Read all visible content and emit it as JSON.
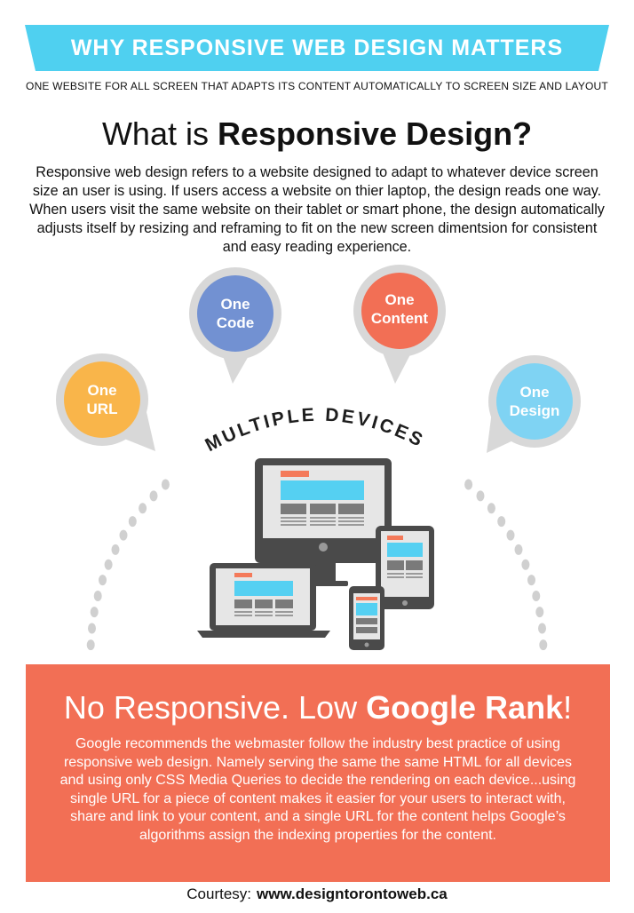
{
  "banner": {
    "title": "WHY RESPONSIVE WEB DESIGN MATTERS",
    "color": "#4fd0f0"
  },
  "subtitle": "ONE WEBSITE FOR ALL SCREEN THAT ADAPTS ITS CONTENT AUTOMATICALLY TO SCREEN SIZE AND LAYOUT",
  "heading": {
    "prefix": "What is ",
    "bold": "Responsive Design?"
  },
  "intro": "Responsive web design refers to a website designed to adapt to whatever device screen size an user is using. If users access a website on thier laptop, the design reads one way. When users visit the same website on their tablet or smart phone, the design automatically adjusts itself by resizing and reframing to fit on the new screen dimentsion for consistent and easy reading experience.",
  "pins": [
    {
      "line1": "One",
      "line2": "URL",
      "color": "#f9b54a"
    },
    {
      "line1": "One",
      "line2": "Code",
      "color": "#7291d2"
    },
    {
      "line1": "One",
      "line2": "Content",
      "color": "#f26f55"
    },
    {
      "line1": "One",
      "line2": "Design",
      "color": "#7fd3f3"
    }
  ],
  "devices_title": "MULTIPLE DEVICES",
  "colors": {
    "device_dark": "#4a4a4a",
    "screen_bg": "#e6e6e6",
    "accent_blue": "#55d0f2",
    "accent_orange": "#f47a5a",
    "dots": "#d0d0d0"
  },
  "red_section": {
    "heading_prefix": "No Responsive. Low ",
    "heading_bold": "Google Rank",
    "heading_suffix": "!",
    "body": "Google recommends the webmaster follow the industry best practice of using responsive web design. Namely serving the same the same HTML for all devices and using only CSS Media Queries to decide the rendering on each device...using single URL for a piece of content makes it easier for your users to interact with, share and link to your content, and a single URL for the content helps Google’s algorithms assign the indexing properties for the content.",
    "color": "#f26f55"
  },
  "courtesy": {
    "label": "Courtesy:",
    "url": "www.designtorontoweb.ca"
  }
}
